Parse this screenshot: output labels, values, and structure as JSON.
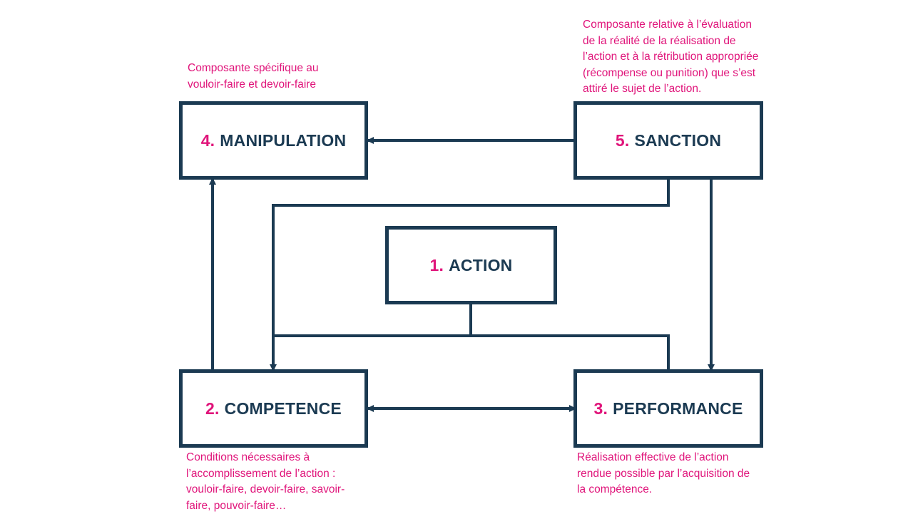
{
  "colors": {
    "box_border": "#1b3a52",
    "title_text": "#1b3a52",
    "accent": "#e0147a"
  },
  "boxes": {
    "action": {
      "number": "1.",
      "label": "ACTION"
    },
    "competence": {
      "number": "2.",
      "label": "COMPETENCE"
    },
    "performance": {
      "number": "3.",
      "label": "PERFORMANCE"
    },
    "manipulation": {
      "number": "4.",
      "label": "MANIPULATION"
    },
    "sanction": {
      "number": "5.",
      "label": "SANCTION"
    }
  },
  "notes": {
    "manipulation": "Composante spécifique au\nvouloir-faire et  devoir-faire",
    "sanction": "Composante relative à l’évaluation\nde la réalité de la réalisation de\nl’action et à la rétribution appropriée\n(récompense ou punition) que s’est\nattiré le sujet de l’action.",
    "competence": "Conditions nécessaires à\nl’accomplissement de l’action :\nvouloir-faire, devoir-faire, savoir-\nfaire, pouvoir-faire…",
    "performance": "Réalisation effective de l’action\nrendue possible par l’acquisition de\nla compétence."
  }
}
